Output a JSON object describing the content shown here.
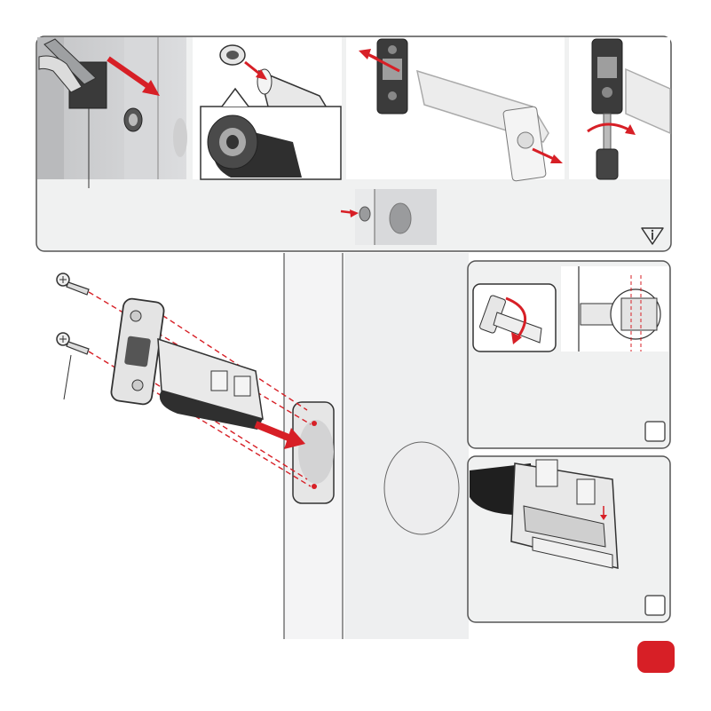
{
  "colors": {
    "accent": "#d71f26",
    "panel_bg": "#f0f1f1",
    "panel_border": "#555555",
    "door": "#c8c9cb",
    "metal": "#cfd0d2",
    "outline": "#333333"
  },
  "icons": {
    "info": "info-triangle-icon",
    "screw": "screw-icon",
    "latch": "latch-icon",
    "arrow": "arrow-icon"
  },
  "page": {
    "number": ""
  },
  "top_panel": {
    "steps": [
      "step-1",
      "step-2",
      "step-3",
      "step-4"
    ]
  },
  "side_panels": {
    "upper_box_label": "",
    "lower_box_label": ""
  }
}
